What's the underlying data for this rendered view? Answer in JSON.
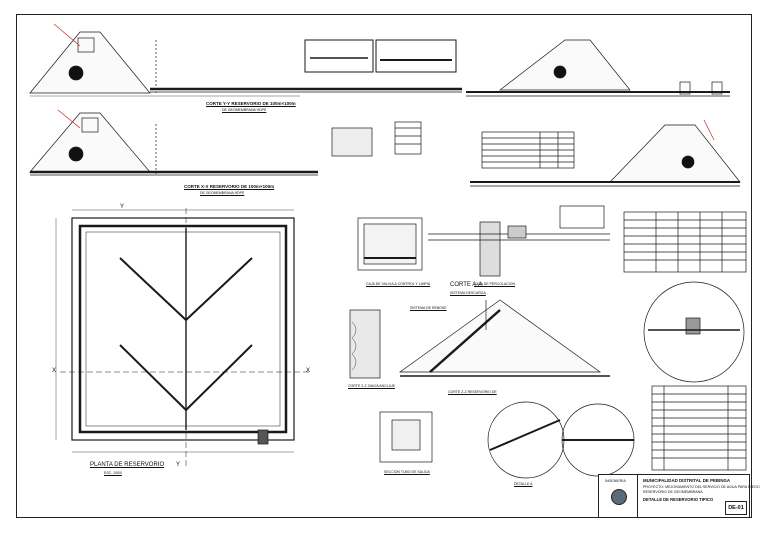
{
  "labels": {
    "corte_yy": "CORTE Y-Y RESERVORIO DE 100m×100m",
    "corte_yy_sub": "DE GEOMEMBRANA HDPE",
    "corte_xx": "CORTE X-X RESERVORIO DE 100m×100m",
    "corte_xx_sub": "DE GEOMEMBRANA HDPE",
    "planta": "PLANTA DE RESERVORIO",
    "planta_sub": "ESC. 1/500",
    "corte_aa": "CORTE A-A",
    "sistema_descarga": "SISTEMA DESCARGA",
    "caja_valvulas": "CAJA DE VALVULA CONTROL Y LIMPIA",
    "caja_percolacion": "CAJA DE PERCOLACION",
    "sistema_rebose": "SISTEMA DE REBOSE",
    "corte_zanja": "CORTE Z-Z ZANJA ANCLAJE",
    "corte_reservorio": "CORTE Z-Z RESERVORIO DE",
    "seccion_tubo": "SECCION TUBO DE SALIDA",
    "detalle": "DETALLE A",
    "axis_x": "X",
    "axis_y": "Y"
  },
  "title_block": {
    "entity": "MUNICIPALIDAD DISTRITAL DE PEBINGA",
    "line1": "PROYECTO: MEJORAMIENTO DEL SERVICIO DE AGUA PARA RIEGO",
    "line2": "RESERVORIO DE GEOMEMBRANA",
    "sheet_title": "DETALLE DE RESERVORIO TIPICO",
    "plano": "DE-01",
    "logo_label": "INGENIERIA"
  },
  "colors": {
    "line": "#1a1a1a",
    "hatch": "#555555",
    "red": "#c62828"
  }
}
